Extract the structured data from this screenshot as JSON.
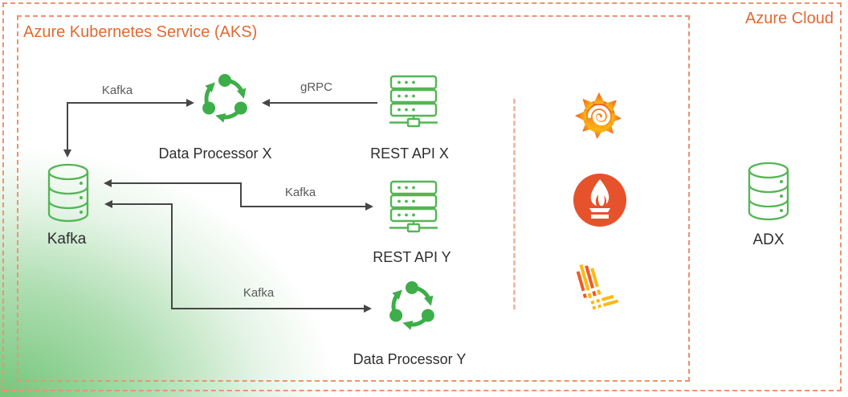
{
  "regions": {
    "azure_cloud": {
      "label": "Azure Cloud"
    },
    "aks": {
      "label": "Azure Kubernetes Service (AKS)"
    }
  },
  "nodes": {
    "kafka": {
      "label": "Kafka",
      "icon": "database-icon"
    },
    "data_processor_x": {
      "label": "Data Processor X",
      "icon": "process-cycle-icon"
    },
    "rest_api_x": {
      "label": "REST API X",
      "icon": "server-icon"
    },
    "rest_api_y": {
      "label": "REST API Y",
      "icon": "server-icon"
    },
    "data_processor_y": {
      "label": "Data Processor Y",
      "icon": "process-cycle-icon"
    },
    "adx": {
      "label": "ADX",
      "icon": "database-icon"
    },
    "grafana": {
      "icon": "grafana-icon"
    },
    "prometheus": {
      "icon": "prometheus-icon"
    },
    "loki": {
      "icon": "loki-icon"
    }
  },
  "edges": [
    {
      "label": "Kafka",
      "from": "Kafka",
      "to": "Data Processor X",
      "direction": "both"
    },
    {
      "label": "gRPC",
      "from": "REST API X",
      "to": "Data Processor X",
      "direction": "one-way"
    },
    {
      "label": "Kafka",
      "from": "Kafka",
      "to": "REST API Y",
      "direction": "both"
    },
    {
      "label": "Kafka",
      "from": "Kafka",
      "to": "Data Processor Y",
      "direction": "both"
    }
  ],
  "colors": {
    "region_text_orange": "#E06A33",
    "dashed_border_orange": "#EC9372",
    "separator_orange": "#F2BCA2",
    "icon_green": "#53B653",
    "processor_green": "#3DAE49",
    "arrow_gray": "#464646",
    "corner_gradient_green": "#6AC270",
    "grafana_orange": "#F26722",
    "grafana_yellow": "#F9B215",
    "prometheus_orange": "#E6522C",
    "loki_orange": "#F15A24",
    "loki_yellow": "#FDB913"
  }
}
